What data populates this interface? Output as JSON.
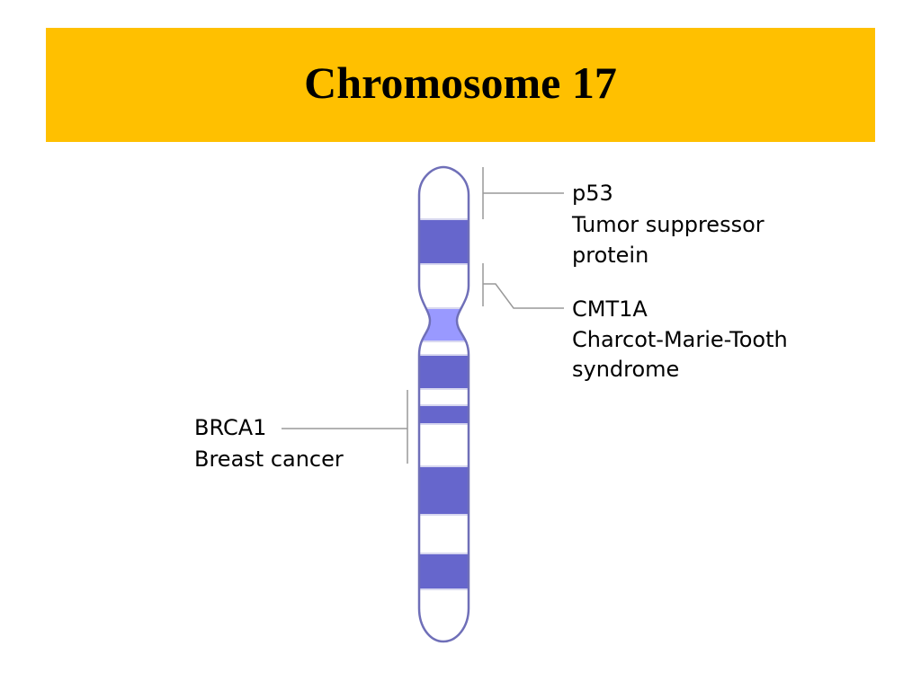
{
  "title": "Chromosome 17",
  "colors": {
    "title_bar": "#ffc000",
    "band_dark": "#6666cc",
    "centromere": "#9999ff",
    "outline": "#6f6fb8",
    "leader_line": "#999999"
  },
  "annotations": [
    {
      "gene": "p53",
      "description_lines": [
        "Tumor suppressor",
        "protein"
      ]
    },
    {
      "gene": "CMT1A",
      "description_lines": [
        "Charcot-Marie-Tooth",
        "syndrome"
      ]
    },
    {
      "gene": "BRCA1",
      "description_lines": [
        "Breast cancer"
      ]
    }
  ]
}
